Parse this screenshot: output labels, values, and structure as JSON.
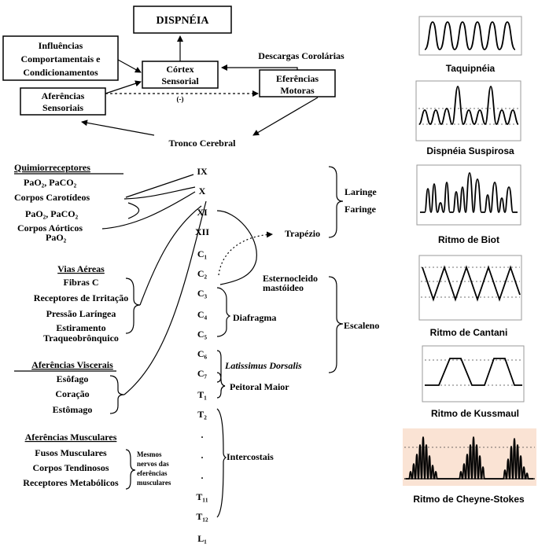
{
  "boxes": {
    "dispneia": "DISPNÉIA",
    "influencias_1": "Influências",
    "influencias_2": "Comportamentais e",
    "influencias_3": "Condicionamentos",
    "cortex_1": "Córtex",
    "cortex_2": "Sensorial",
    "eferencias_1": "Eferências",
    "eferencias_2": "Motoras",
    "aferencias_1": "Aferências",
    "aferencias_2": "Sensoriais"
  },
  "labels": {
    "descargas": "Descargas Corolárias",
    "minus": "(-)",
    "tronco": "Tronco Cerebral"
  },
  "quimio": {
    "title": "Quimiorreceptores",
    "pa1": "PaO₂, PaCO₂",
    "carot": "Corpos Carotídeos",
    "pa2": "PaO₂, PaCO₂",
    "aort": "Corpos Aórticos",
    "pao2": "PaO₂"
  },
  "vias": {
    "title": "Vias Aéreas",
    "items": [
      "Fibras C",
      "Receptores de Irritação",
      "Pressão Laríngea",
      "Estiramento",
      "Traqueobrônquico"
    ]
  },
  "visc": {
    "title": "Aferências Viscerais",
    "items": [
      "Esôfago",
      "Coração",
      "Estômago"
    ]
  },
  "musc": {
    "title": "Aferências Musculares",
    "items": [
      "Fusos Musculares",
      "Corpos Tendinosos",
      "Receptores Metabólicos"
    ],
    "note": [
      "Mesmos",
      "nervos das",
      "eferências",
      "musculares"
    ]
  },
  "nerves": [
    "IX",
    "X",
    "XI",
    "XII",
    "C₁",
    "C₂",
    "C₃",
    "C₄",
    "C₅",
    "C₆",
    "C₇",
    "T₁",
    "T₂",
    ".",
    ".",
    ".",
    "T₁₁",
    "T₁₂",
    "L₁"
  ],
  "muscles": {
    "laringe": "Laringe",
    "faringe": "Faringe",
    "trapezio": "Trapézio",
    "ester1": "Esternocleido",
    "ester2": "mastóideo",
    "escaleno": "Escaleno",
    "diafragma": "Diafragma",
    "latissimus": "Latissimus Dorsalis",
    "peitoral": "Peitoral Maior",
    "intercostais": "Intercostais"
  },
  "patterns": [
    {
      "icon": "taquipneia-waveform-icon",
      "caption": "Taquipnéia"
    },
    {
      "icon": "suspirosa-waveform-icon",
      "caption": "Dispnéia Suspirosa"
    },
    {
      "icon": "biot-waveform-icon",
      "caption": "Ritmo de Biot"
    },
    {
      "icon": "cantani-waveform-icon",
      "caption": "Ritmo de Cantani"
    },
    {
      "icon": "kussmaul-waveform-icon",
      "caption": "Ritmo de Kussmaul"
    },
    {
      "icon": "cheyne-stokes-waveform-icon",
      "caption": "Ritmo de Cheyne-Stokes"
    }
  ],
  "colors": {
    "cheyne_bg": "#fae3d4"
  }
}
